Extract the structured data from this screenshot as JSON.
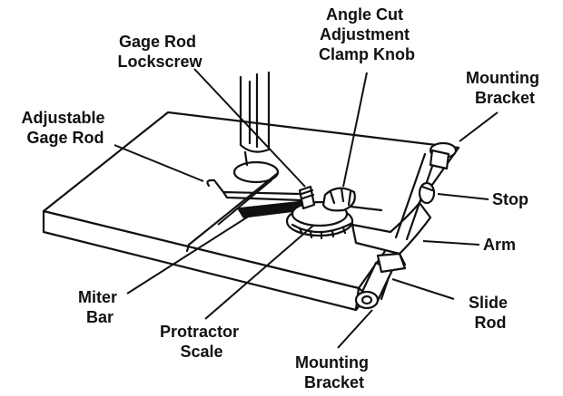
{
  "labels": {
    "gage_rod_lockscrew": [
      "Gage Rod",
      "Lockscrew"
    ],
    "angle_cut_knob": [
      "Angle Cut",
      "Adjustment",
      "Clamp Knob"
    ],
    "mounting_bracket_top": [
      "Mounting",
      "Bracket"
    ],
    "adjustable_gage_rod": [
      "Adjustable",
      "Gage Rod"
    ],
    "stop": [
      "Stop"
    ],
    "arm": [
      "Arm"
    ],
    "miter_bar": [
      "Miter",
      "Bar"
    ],
    "slide_rod": [
      "Slide",
      "Rod"
    ],
    "protractor_scale": [
      "Protractor",
      "Scale"
    ],
    "mounting_bracket_bottom": [
      "Mounting",
      "Bracket"
    ]
  }
}
